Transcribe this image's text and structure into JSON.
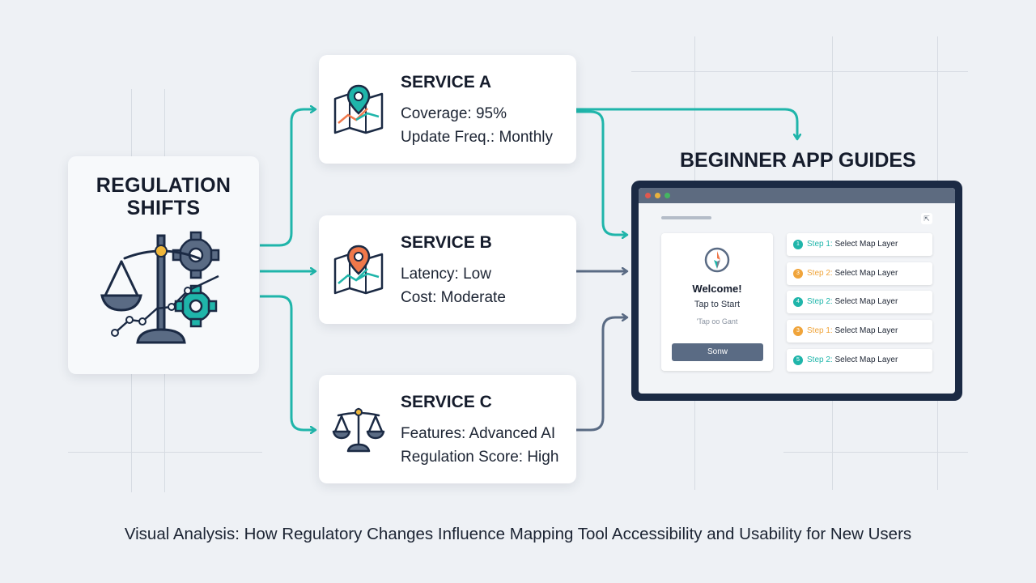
{
  "regulation": {
    "title_line1": "REGULATION",
    "title_line2": "SHIFTS"
  },
  "services": [
    {
      "name": "SERVICE A",
      "line1": "Coverage: 95%",
      "line2": "Update Freq.: Monthly"
    },
    {
      "name": "SERVICE B",
      "line1": "Latency: Low",
      "line2": "Cost: Moderate"
    },
    {
      "name": "SERVICE C",
      "line1": "Features: Advanced AI",
      "line2": "Regulation Score: High"
    }
  ],
  "guide": {
    "title": "BEGINNER APP GUIDES",
    "welcome": {
      "title": "Welcome!",
      "subtitle": "Tap to Start",
      "hint": "'Tap oo Gant",
      "button": "Sonw"
    },
    "steps": [
      {
        "num": "1",
        "prefix": "Step 1:",
        "label": "Select Map Layer",
        "color": "#1fb5aa"
      },
      {
        "num": "3",
        "prefix": "Step 2:",
        "label": "Select Map Layer",
        "color": "#f0a43a"
      },
      {
        "num": "4",
        "prefix": "Step 2:",
        "label": "Select Map Layer",
        "color": "#1fb5aa"
      },
      {
        "num": "3",
        "prefix": "Step 1:",
        "label": "Select Map Layer",
        "color": "#f0a43a"
      },
      {
        "num": "5",
        "prefix": "Step 2:",
        "label": "Select Map Layer",
        "color": "#1fb5aa"
      }
    ],
    "corner_icon": "expand-icon"
  },
  "caption": "Visual Analysis: How Regulatory Changes Influence Mapping Tool Accessibility and Usability for New Users",
  "colors": {
    "teal": "#1fb5aa",
    "slate": "#5a6b84",
    "orange": "#f0784a",
    "navy": "#1b2a44"
  }
}
